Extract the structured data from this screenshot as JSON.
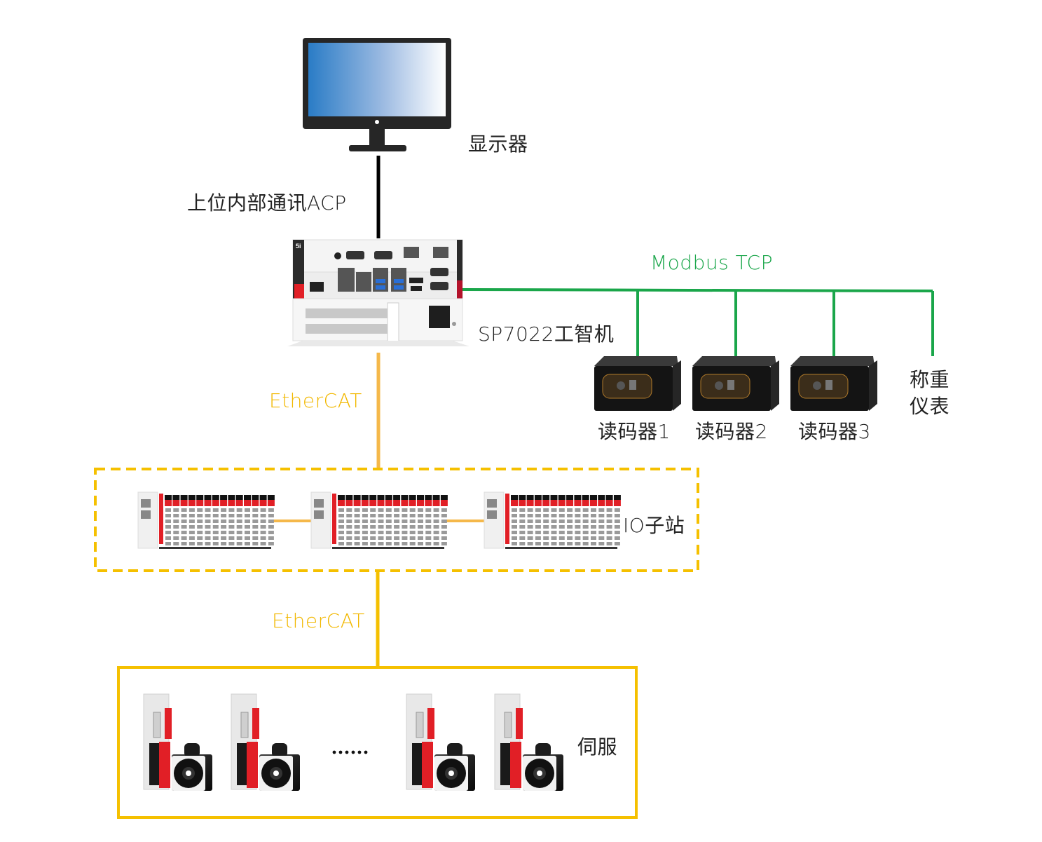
{
  "title": "SP7022工智机 系统拓扑",
  "nodes": {
    "monitor": {
      "label": "显示器"
    },
    "controller": {
      "label": "SP7022工智机"
    },
    "readers": [
      {
        "label": "读码器1"
      },
      {
        "label": "读码器2"
      },
      {
        "label": "读码器3"
      }
    ],
    "scale": {
      "label_line1": "称重",
      "label_line2": "仪表"
    },
    "io_group": {
      "label": "IO子站",
      "count": 3
    },
    "servo_group": {
      "label": "伺服",
      "ellipsis": "......",
      "count_shown": 4
    }
  },
  "links": {
    "monitor_controller": {
      "label": "上位内部通讯ACP",
      "color": "#000000"
    },
    "modbus": {
      "label": "Modbus TCP",
      "color": "#1aa64a"
    },
    "ethercat_io": {
      "label": "EtherCAT",
      "color": "#f5b84a"
    },
    "ethercat_servo": {
      "label": "EtherCAT",
      "color": "#f5c000"
    }
  },
  "colors": {
    "group_border": "#f5c000",
    "device_red": "#e11f26",
    "screen_gradient_start": "#2a7cc6",
    "screen_gradient_end": "#ffffff",
    "monitor_frame": "#262626"
  }
}
